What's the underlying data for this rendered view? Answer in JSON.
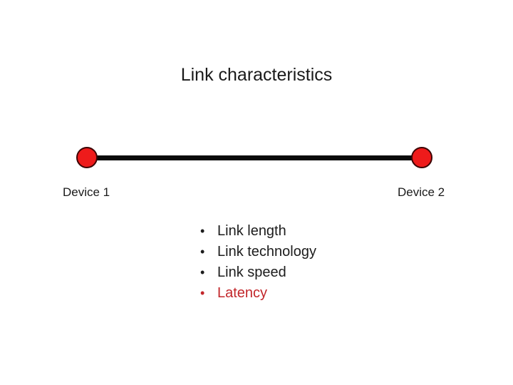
{
  "slide": {
    "title": "Link characteristics",
    "text_color": "#1a1a1a",
    "diagram": {
      "device1_label": "Device 1",
      "device2_label": "Device 2",
      "link_color": "#0a0a0a",
      "node_fill": "#ee1b1b",
      "node_border": "#3c0404"
    },
    "list": {
      "bullet_char": "•",
      "items": [
        {
          "label": "Link length",
          "color": "#1c1c1c"
        },
        {
          "label": "Link technology",
          "color": "#1c1c1c"
        },
        {
          "label": "Link speed",
          "color": "#1c1c1c"
        },
        {
          "label": "Latency",
          "color": "#c2262a"
        }
      ]
    }
  }
}
